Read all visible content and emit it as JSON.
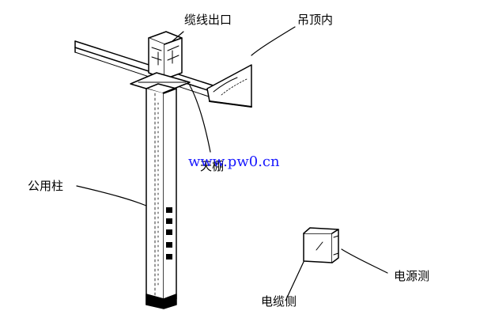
{
  "labels": {
    "cable_outlet": "缆线出口",
    "ceiling_inside": "吊顶内",
    "ceiling_panel": "天棚",
    "utility_column": "公用柱",
    "power_side": "电源测",
    "cable_side": "电缆侧"
  },
  "watermark": "www.pw0.cn",
  "colors": {
    "ink": "#000000",
    "watermark": "#1a1aff",
    "background": "#ffffff"
  }
}
